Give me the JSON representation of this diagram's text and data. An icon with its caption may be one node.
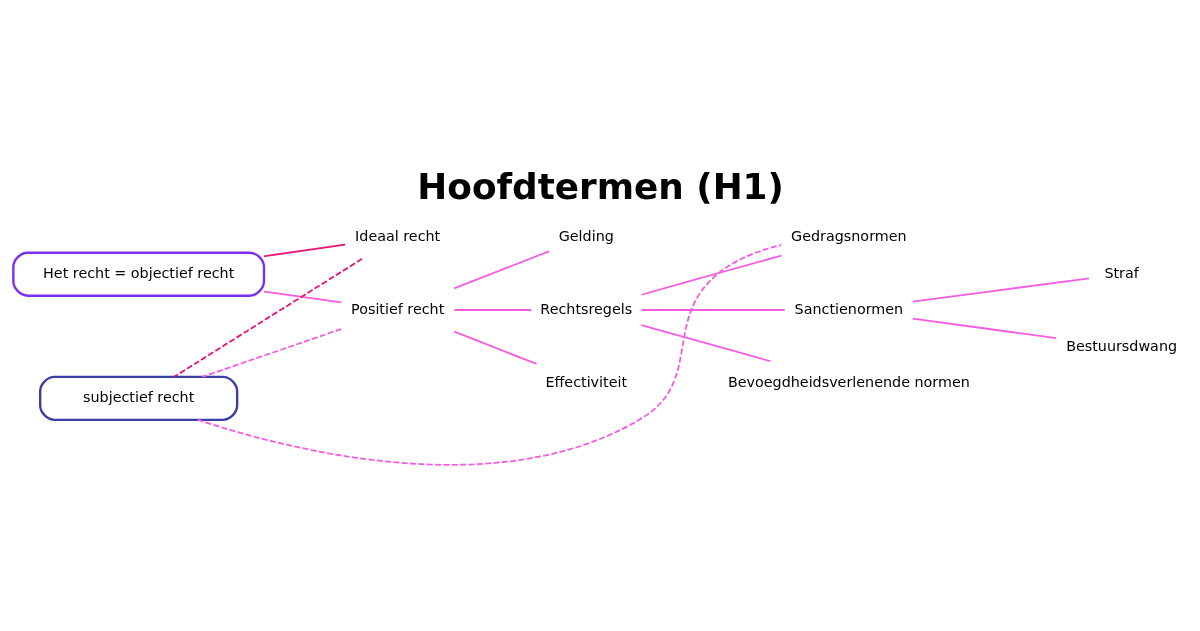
{
  "diagram": {
    "title": "Hoofdtermen (H1)",
    "nodes": [
      {
        "text": [
          "Het recht = objectief recht"
        ]
      },
      {
        "text": [
          "Ideaal recht"
        ]
      },
      {
        "text": [
          "subjectief recht"
        ]
      },
      {
        "text": [
          "Positief recht"
        ]
      },
      {
        "text": [
          "Gelding"
        ]
      },
      {
        "text": [
          "Rechtsregels"
        ]
      },
      {
        "text": [
          "Effectiviteit"
        ]
      },
      {
        "text": [
          "Gedragsnormen"
        ]
      },
      {
        "text": [
          "Sanctienormen"
        ]
      },
      {
        "text": [
          "Bevoegdheidsverlenende normen"
        ]
      },
      {
        "text": [
          "Straf"
        ]
      },
      {
        "text": [
          "Bestuursdwang"
        ]
      }
    ],
    "edges": [
      {
        "from": 0,
        "to": 1,
        "arrow": "none",
        "color": "#e6127a"
      },
      {
        "from": 0,
        "to": 3,
        "arrow": "none"
      },
      {
        "from": 1,
        "to": 2,
        "arrow": "none",
        "style": "dashed",
        "color": "#e6127a"
      },
      {
        "from": 3,
        "to": 2,
        "arrow": "none",
        "style": "dashed"
      },
      {
        "from": 2,
        "to": 7,
        "arrow": "none",
        "style": "dashed"
      },
      {
        "from": 3,
        "to": 4,
        "arrow": "none"
      },
      {
        "from": 3,
        "to": 5,
        "arrow": "none"
      },
      {
        "from": 3,
        "to": 6,
        "arrow": "none"
      },
      {
        "from": 5,
        "to": 7,
        "arrow": "none"
      },
      {
        "from": 5,
        "to": 8,
        "arrow": "none"
      },
      {
        "from": 5,
        "to": 9,
        "arrow": "none"
      },
      {
        "from": 8,
        "to": 10,
        "arrow": "none"
      },
      {
        "from": 8,
        "to": 11,
        "arrow": "none"
      }
    ]
  }
}
